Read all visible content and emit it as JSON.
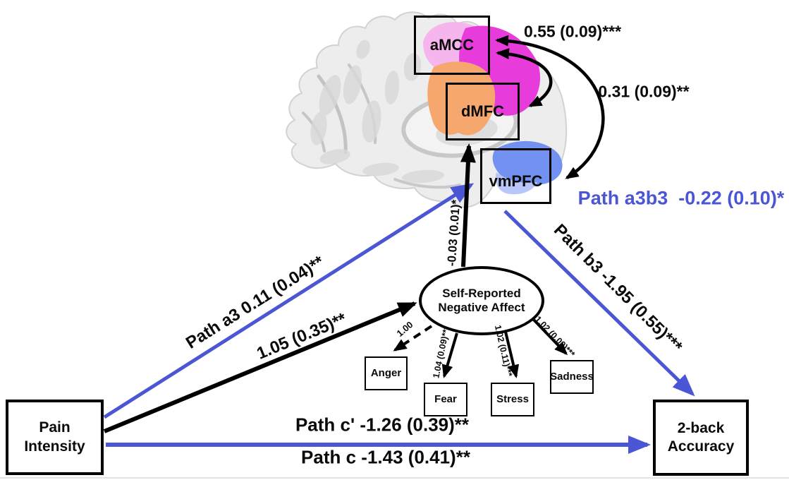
{
  "figure": {
    "type": "mediation-path-diagram",
    "nodes": {
      "pain": "Pain Intensity",
      "outcome": "2-back Accuracy",
      "latent": "Self-Reported Negative Affect",
      "amcc": "aMCC",
      "dmfc": "dMFC",
      "vmpfc": "vmPFC",
      "anger": "Anger",
      "fear": "Fear",
      "stress": "Stress",
      "sadness": "Sadness"
    },
    "loadings": {
      "anger": "1.00",
      "fear": "1.04 (0.09)***",
      "stress": "1.02 (0.11)***",
      "sadness": "1.02 (0.09)***"
    },
    "paths": {
      "a3": "Path a3 0.11 (0.04)**",
      "pain_to_affect": "1.05 (0.35)**",
      "affect_to_dmfc": "-0.03 (0.01)*",
      "b3": "Path b3 -1.95 (0.55)***",
      "a3b3": "Path a3b3  -0.22 (0.10)*",
      "c_prime": "Path c' -1.26 (0.39)**",
      "c": "Path c -1.43 (0.41)**",
      "amcc_dmfc": "0.55 (0.09)***",
      "amcc_vmpfc": "0.31 (0.09)**"
    },
    "colors": {
      "path_blue": "#4a56d4",
      "arrow_black": "#000000",
      "roi_pink": "#f6b5ec",
      "roi_magenta": "#e83bdc",
      "roi_orange": "#f6a76e",
      "roi_blue": "#7391f1",
      "roi_blue_light": "#b9c6f8"
    }
  }
}
